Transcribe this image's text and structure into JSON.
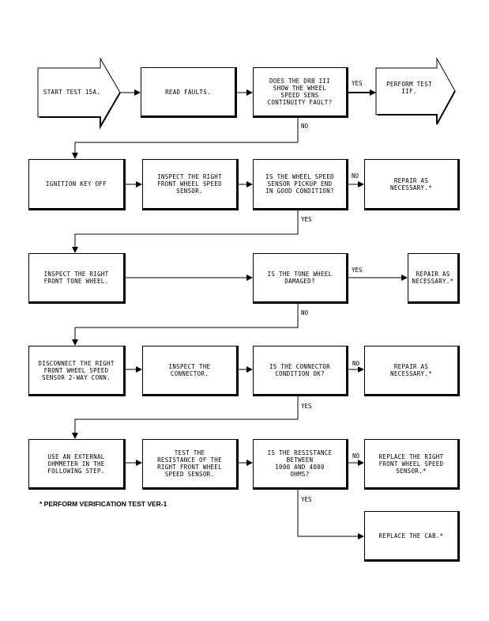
{
  "start": "START TEST 15A.",
  "perform": "PERFORM TEST\nIIF.",
  "boxes": {
    "read_faults": "READ FAULTS.",
    "q1": "DOES THE DRB III\nSHOW THE WHEEL\nSPEED SENS\nCONTINUITY FAULT?",
    "ignition": "IGNITION KEY OFF",
    "inspect_sensor": "INSPECT THE RIGHT\nFRONT WHEEL SPEED\nSENSOR.",
    "q2": "IS THE WHEEL SPEED\nSENSOR PICKUP END\nIN GOOD CONDITION?",
    "repair1": "REPAIR AS\nNECESSARY.*",
    "inspect_tone": "INSPECT THE RIGHT\nFRONT TONE WHEEL.",
    "q3": "IS THE TONE WHEEL\nDAMAGED?",
    "repair2": "REPAIR AS\nNECESSARY.*",
    "disconnect": "DISCONNECT THE RIGHT\nFRONT WHEEL SPEED\nSENSOR 2-WAY CONN.",
    "inspect_conn": "INSPECT THE\nCONNECTOR.",
    "q4": "IS THE CONNECTOR\nCONDITION OK?",
    "repair3": "REPAIR AS\nNECESSARY.*",
    "use_ohm": "USE AN EXTERNAL\nOHMMETER IN THE\nFOLLOWING STEP.",
    "test_res": "TEST THE\nRESISTANCE OF THE\nRIGHT FRONT WHEEL\nSPEED SENSOR.",
    "q5": "IS THE RESISTANCE\nBETWEEN\n1000 AND 4000\nOHMS?",
    "replace_sensor": "REPLACE THE RIGHT\nFRONT WHEEL SPEED\nSENSOR.*",
    "replace_cab": "REPLACE THE CAB.*"
  },
  "labels": {
    "yes1": "YES",
    "no1": "NO",
    "no2": "NO",
    "yes2": "YES",
    "yes3": "YES",
    "no3": "NO",
    "no4": "NO",
    "yes4": "YES",
    "no5": "NO",
    "yes5": "YES"
  },
  "footnote": "* PERFORM VERIFICATION TEST VER-1"
}
